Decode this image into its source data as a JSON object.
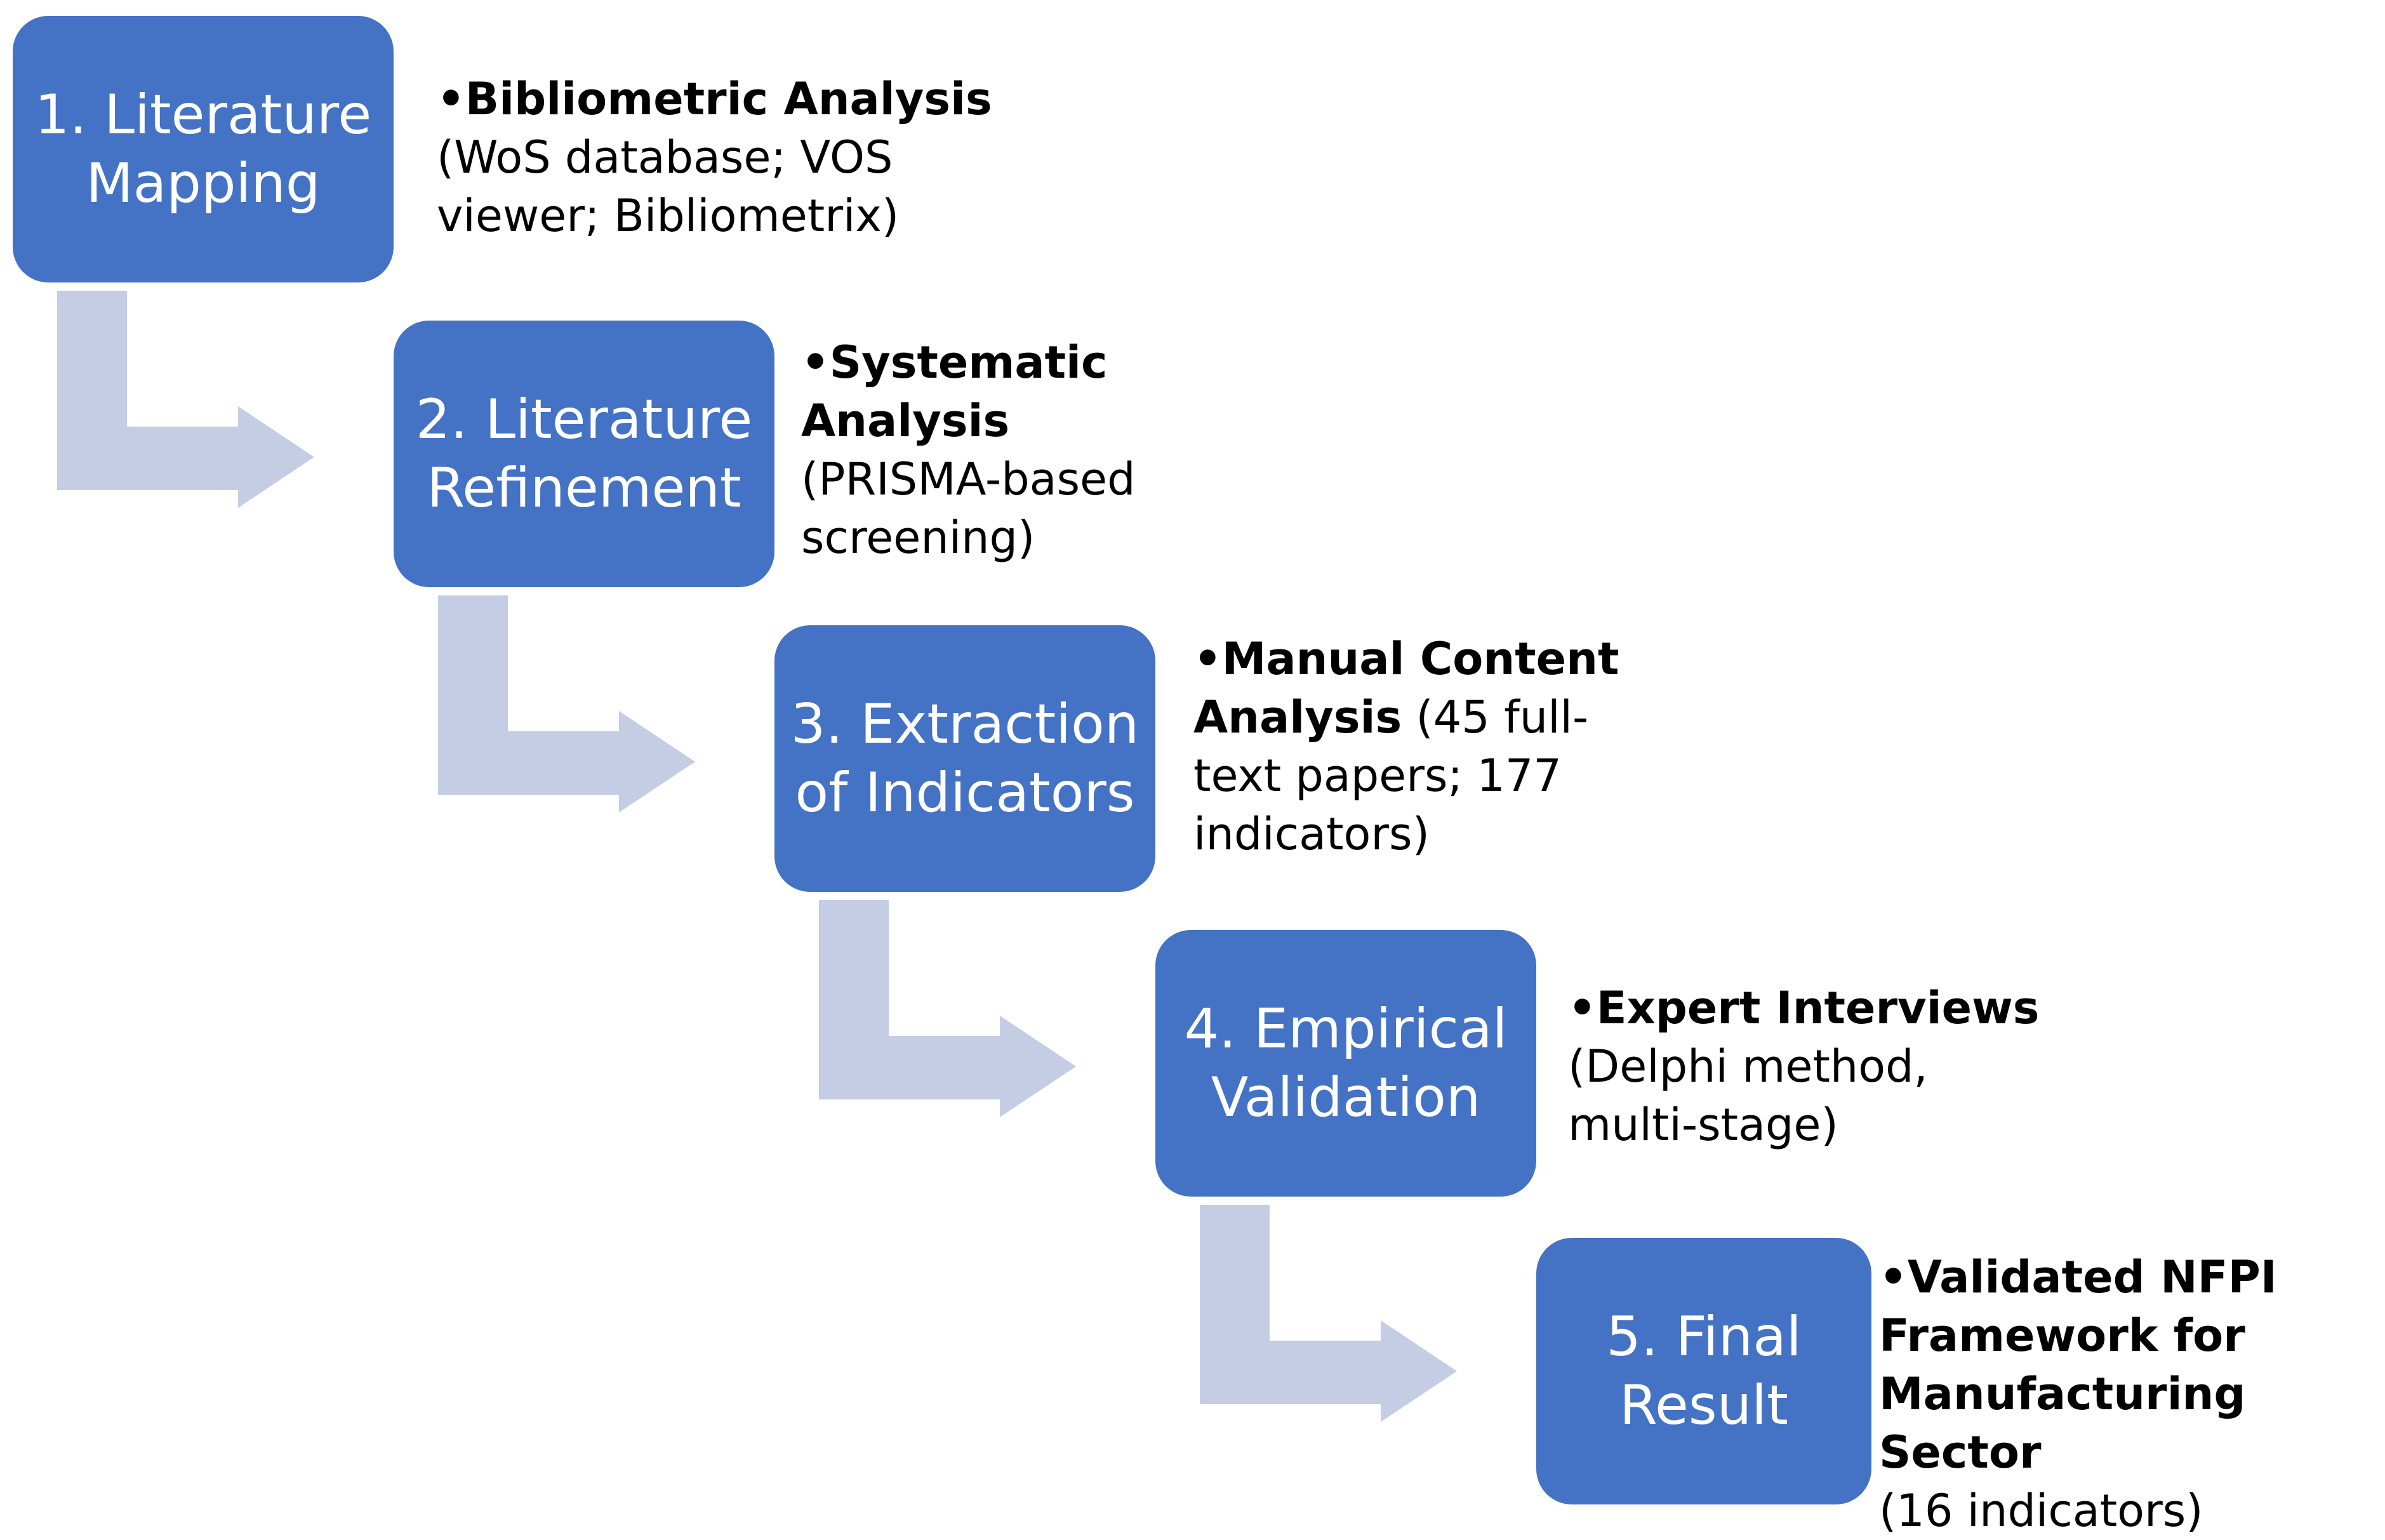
{
  "colors": {
    "box_fill": "#4472c4",
    "box_text": "#ffffff",
    "arrow_fill": "#c5cde5",
    "note_text": "#000000"
  },
  "steps": [
    {
      "label": "1. Literature\nMapping",
      "note_bold": "•Bibliometric Analysis",
      "note_rest": "\n(WoS database; VOS\nviewer; Bibliometrix)"
    },
    {
      "label": "2. Literature\nRefinement",
      "note_bold": "•Systematic\nAnalysis",
      "note_rest": "\n(PRISMA-based\nscreening)"
    },
    {
      "label": "3. Extraction\nof Indicators",
      "note_bold": "•Manual Content\nAnalysis",
      "note_rest": " (45 full-\ntext papers; 177\nindicators)"
    },
    {
      "label": "4. Empirical\nValidation",
      "note_bold": "•Expert Interviews",
      "note_rest": "\n(Delphi method,\nmulti-stage)"
    },
    {
      "label": "5. Final\nResult",
      "note_bold": "•Validated NFPI\nFramework for\nManufacturing Sector",
      "note_rest": "\n(16 indicators)"
    }
  ]
}
